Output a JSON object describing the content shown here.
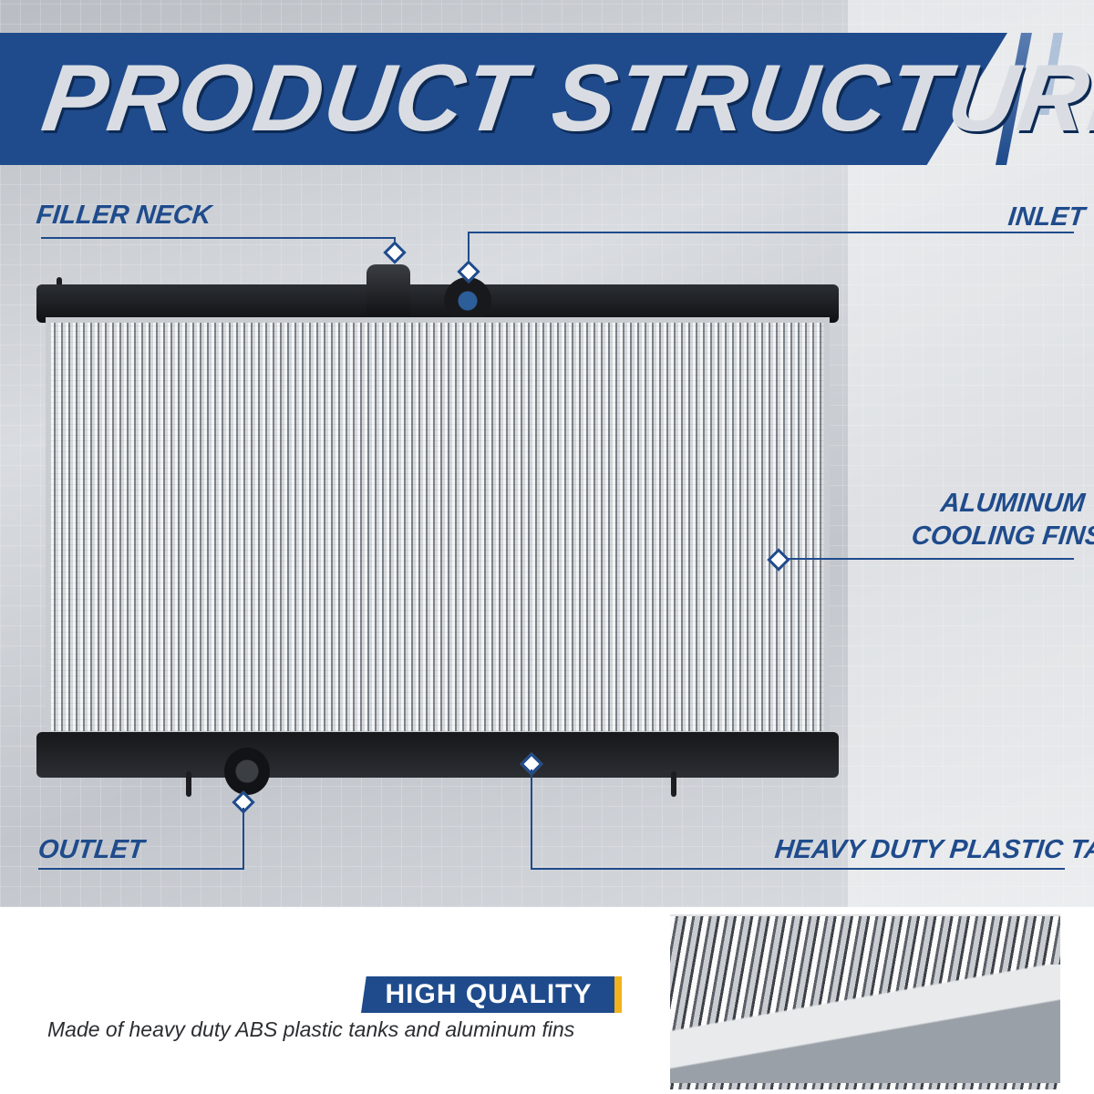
{
  "banner": {
    "title": "PRODUCT STRUCTURE",
    "color": "#1f4b8c"
  },
  "callouts": {
    "filler_neck": "FILLER NECK",
    "inlet": "INLET",
    "aluminum_fins_line1": "ALUMINUM",
    "aluminum_fins_line2": "COOLING FINS",
    "outlet": "OUTLET",
    "plastic_tank": "HEAVY DUTY PLASTIC TANK",
    "color": "#1f4b8c"
  },
  "feature": {
    "badge": "HIGH QUALITY",
    "badge_accent": "#f2b21c",
    "description": "Made of heavy duty ABS plastic tanks and aluminum fins"
  }
}
